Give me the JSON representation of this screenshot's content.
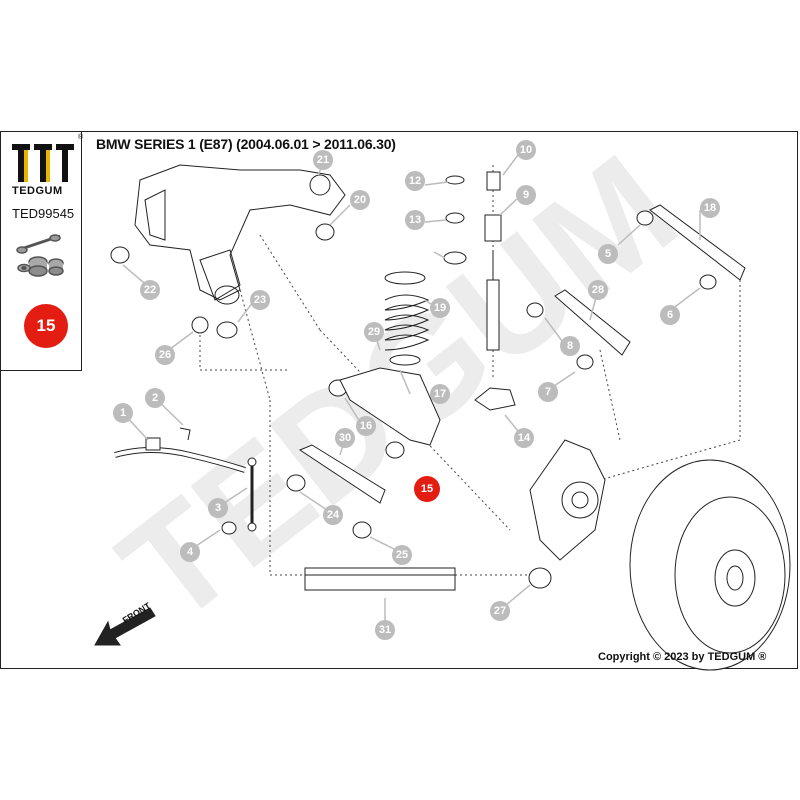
{
  "header": {
    "title": "BMW SERIES 1 (E87) (2004.06.01 > 2011.06.30)",
    "registered_mark": "®"
  },
  "sidebar": {
    "brand": "TEDGUM",
    "part_number": "TED99545",
    "highlight_callout": "15"
  },
  "diagram": {
    "watermark": "TEDGUM",
    "front_label": "FRONT",
    "callouts": [
      "1",
      "2",
      "3",
      "4",
      "5",
      "6",
      "7",
      "8",
      "9",
      "10",
      "12",
      "13",
      "14",
      "15",
      "16",
      "17",
      "18",
      "19",
      "20",
      "21",
      "22",
      "23",
      "24",
      "25",
      "26",
      "27",
      "28",
      "29",
      "30",
      "31"
    ],
    "highlighted_callout": "15",
    "colors": {
      "highlight": "#e41d13",
      "callout": "#bcbcbc",
      "line": "#222222"
    }
  },
  "footer": {
    "copyright": "Copyright © 2023 by TEDGUM ®"
  }
}
